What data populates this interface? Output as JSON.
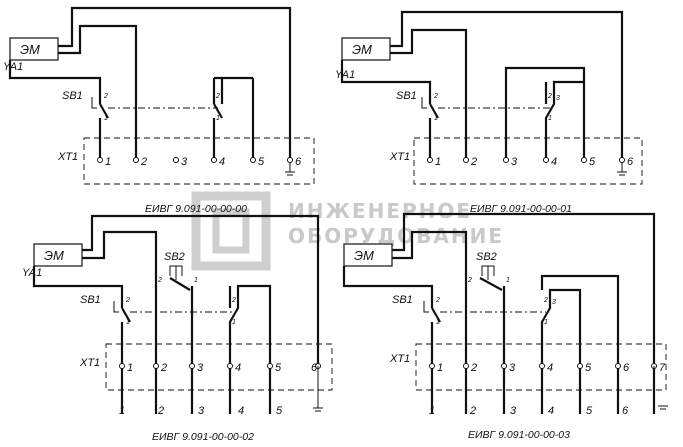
{
  "labels": {
    "coil": "ЭМ",
    "coil_ref": "YA1",
    "switch1": "SB1",
    "switch2": "SB2",
    "terminal": "XT1"
  },
  "watermark": {
    "line1": "ИНЖЕНЕРНОЕ",
    "line2": "ОБОРУДОВАНИЕ"
  },
  "diagrams": [
    {
      "code": "ЕИВГ 9.091-00-00-00",
      "terminals": [
        "1",
        "2",
        "3",
        "4",
        "5",
        "6"
      ],
      "outputs": []
    },
    {
      "code": "ЕИВГ 9.091-00-00-01",
      "terminals": [
        "1",
        "2",
        "3",
        "4",
        "5",
        "6"
      ],
      "outputs": []
    },
    {
      "code": "ЕИВГ 9.091-00-00-02",
      "terminals": [
        "1",
        "2",
        "3",
        "4",
        "5",
        "6"
      ],
      "outputs": [
        "1",
        "2",
        "3",
        "4",
        "5"
      ]
    },
    {
      "code": "ЕИВГ 9.091-00-00-03",
      "terminals": [
        "1",
        "2",
        "3",
        "4",
        "5",
        "6",
        "7"
      ],
      "outputs": [
        "1",
        "2",
        "3",
        "4",
        "5",
        "6"
      ]
    }
  ],
  "contact_numbers": {
    "a": "1",
    "b": "2",
    "c": "3"
  },
  "colors": {
    "ink": "#111111",
    "watermark": "#c9c9c9"
  }
}
